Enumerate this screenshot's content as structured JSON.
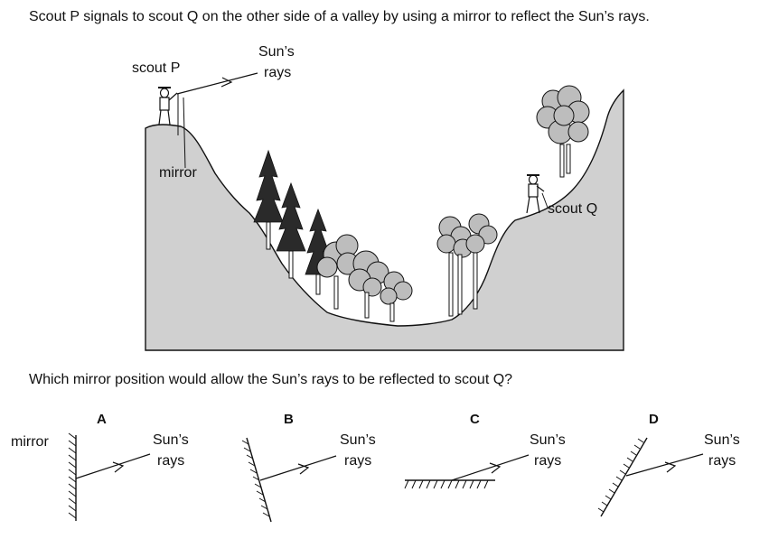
{
  "question": "Scout P signals to scout Q on the other side of a valley by using a mirror to reflect the Sun’s rays.",
  "scene": {
    "scout_p": "scout P",
    "scout_q": "scout Q",
    "mirror": "mirror",
    "suns_line1": "Sun’s",
    "suns_line2": "rays"
  },
  "sub_question": "Which mirror position would allow the Sun’s rays to be reflected to scout Q?",
  "options": {
    "mirror_label": "mirror",
    "a": {
      "letter": "A",
      "line1": "Sun’s",
      "line2": "rays"
    },
    "b": {
      "letter": "B",
      "line1": "Sun’s",
      "line2": "rays"
    },
    "c": {
      "letter": "C",
      "line1": "Sun’s",
      "line2": "rays"
    },
    "d": {
      "letter": "D",
      "line1": "Sun’s",
      "line2": "rays"
    }
  },
  "colors": {
    "terrain": "#d0d0d0",
    "tree_dark": "#2a2a2a",
    "tree_light": "#bdbdbd",
    "line": "#111111"
  }
}
